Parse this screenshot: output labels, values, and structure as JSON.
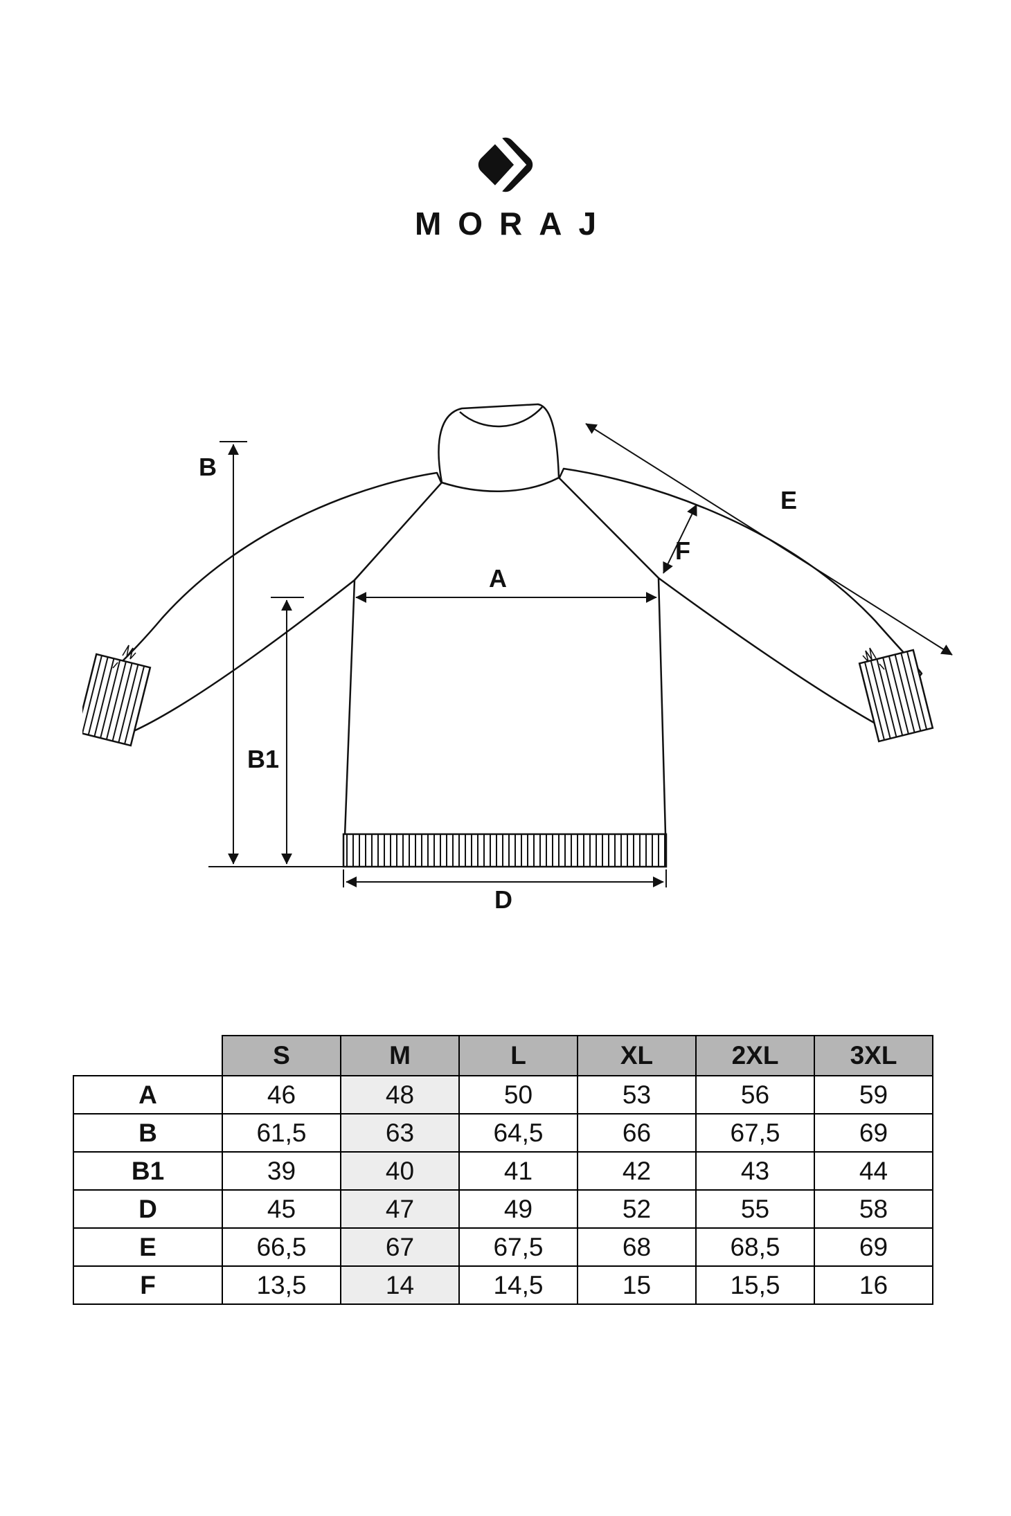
{
  "brand": {
    "name": "MORAJ"
  },
  "diagram": {
    "labels": {
      "a": "A",
      "b": "B",
      "b1": "B1",
      "d": "D",
      "e": "E",
      "f": "F"
    }
  },
  "size_table": {
    "columns": [
      "S",
      "M",
      "L",
      "XL",
      "2XL",
      "3XL"
    ],
    "highlighted_column": "M",
    "rows": [
      {
        "label": "A",
        "values": [
          "46",
          "48",
          "50",
          "53",
          "56",
          "59"
        ]
      },
      {
        "label": "B",
        "values": [
          "61,5",
          "63",
          "64,5",
          "66",
          "67,5",
          "69"
        ]
      },
      {
        "label": "B1",
        "values": [
          "39",
          "40",
          "41",
          "42",
          "43",
          "44"
        ]
      },
      {
        "label": "D",
        "values": [
          "45",
          "47",
          "49",
          "52",
          "55",
          "58"
        ]
      },
      {
        "label": "E",
        "values": [
          "66,5",
          "67",
          "67,5",
          "68",
          "68,5",
          "69"
        ]
      },
      {
        "label": "F",
        "values": [
          "13,5",
          "14",
          "14,5",
          "15",
          "15,5",
          "16"
        ]
      }
    ]
  },
  "colors": {
    "header_bg": "#b5b5b5",
    "highlight_bg": "#ededed",
    "ink": "#111111"
  }
}
